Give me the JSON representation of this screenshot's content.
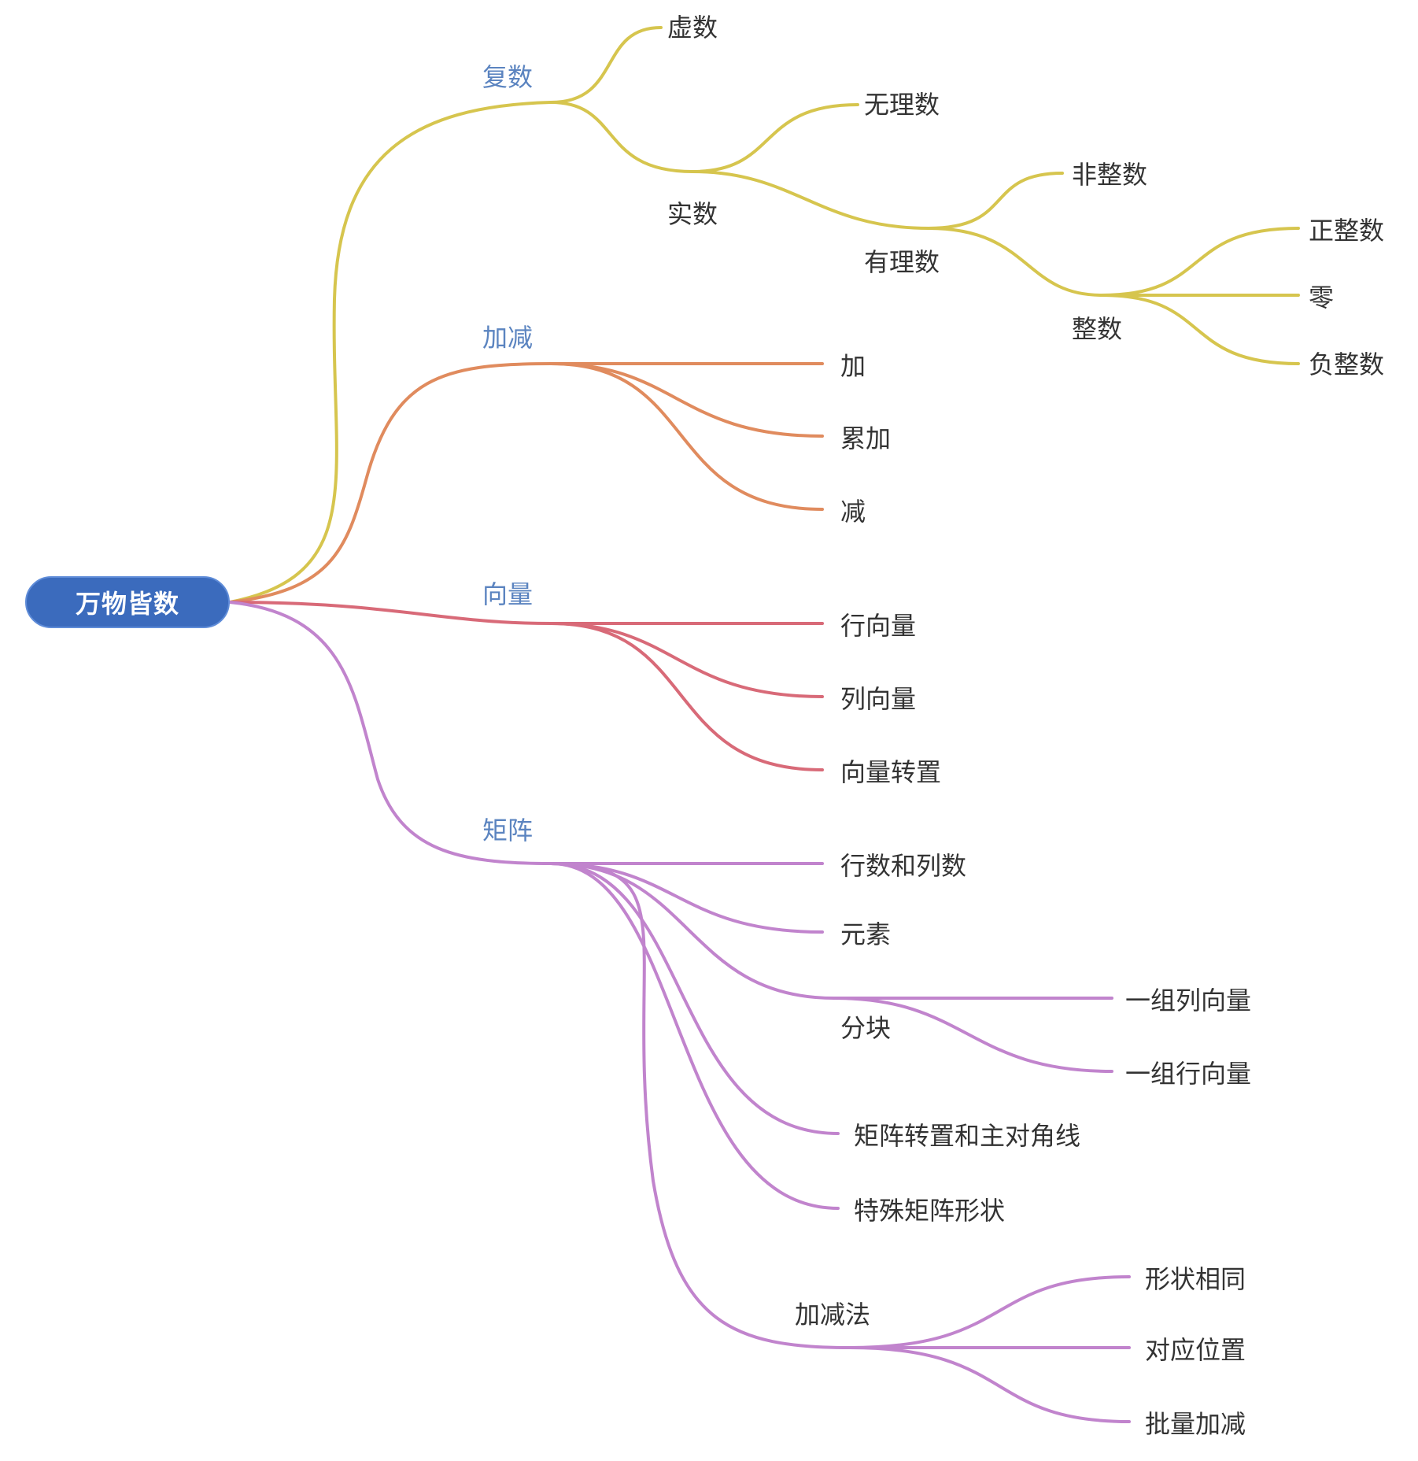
{
  "root": "万物皆数",
  "colors": {
    "root_fill": "#3b6bbd",
    "branch_complex": "#d6c54e",
    "branch_addsub": "#e08b5e",
    "branch_vector": "#d86a78",
    "branch_matrix": "#c184cd",
    "main_label": "#5b84c0",
    "text": "#333333"
  },
  "nodes": {
    "complex": "复数",
    "imaginary": "虚数",
    "real": "实数",
    "irrational": "无理数",
    "rational": "有理数",
    "non_integer": "非整数",
    "integer": "整数",
    "positive_integer": "正整数",
    "zero": "零",
    "negative_integer": "负整数",
    "addsub": "加减",
    "add": "加",
    "cumulative_add": "累加",
    "subtract": "减",
    "vector": "向量",
    "row_vector": "行向量",
    "column_vector": "列向量",
    "vector_transpose": "向量转置",
    "matrix": "矩阵",
    "rows_cols": "行数和列数",
    "elements": "元素",
    "blocks": "分块",
    "col_vectors_group": "一组列向量",
    "row_vectors_group": "一组行向量",
    "transpose_diagonal": "矩阵转置和主对角线",
    "special_shapes": "特殊矩阵形状",
    "add_sub_method": "加减法",
    "same_shape": "形状相同",
    "corresponding_position": "对应位置",
    "batch_add_sub": "批量加减"
  }
}
